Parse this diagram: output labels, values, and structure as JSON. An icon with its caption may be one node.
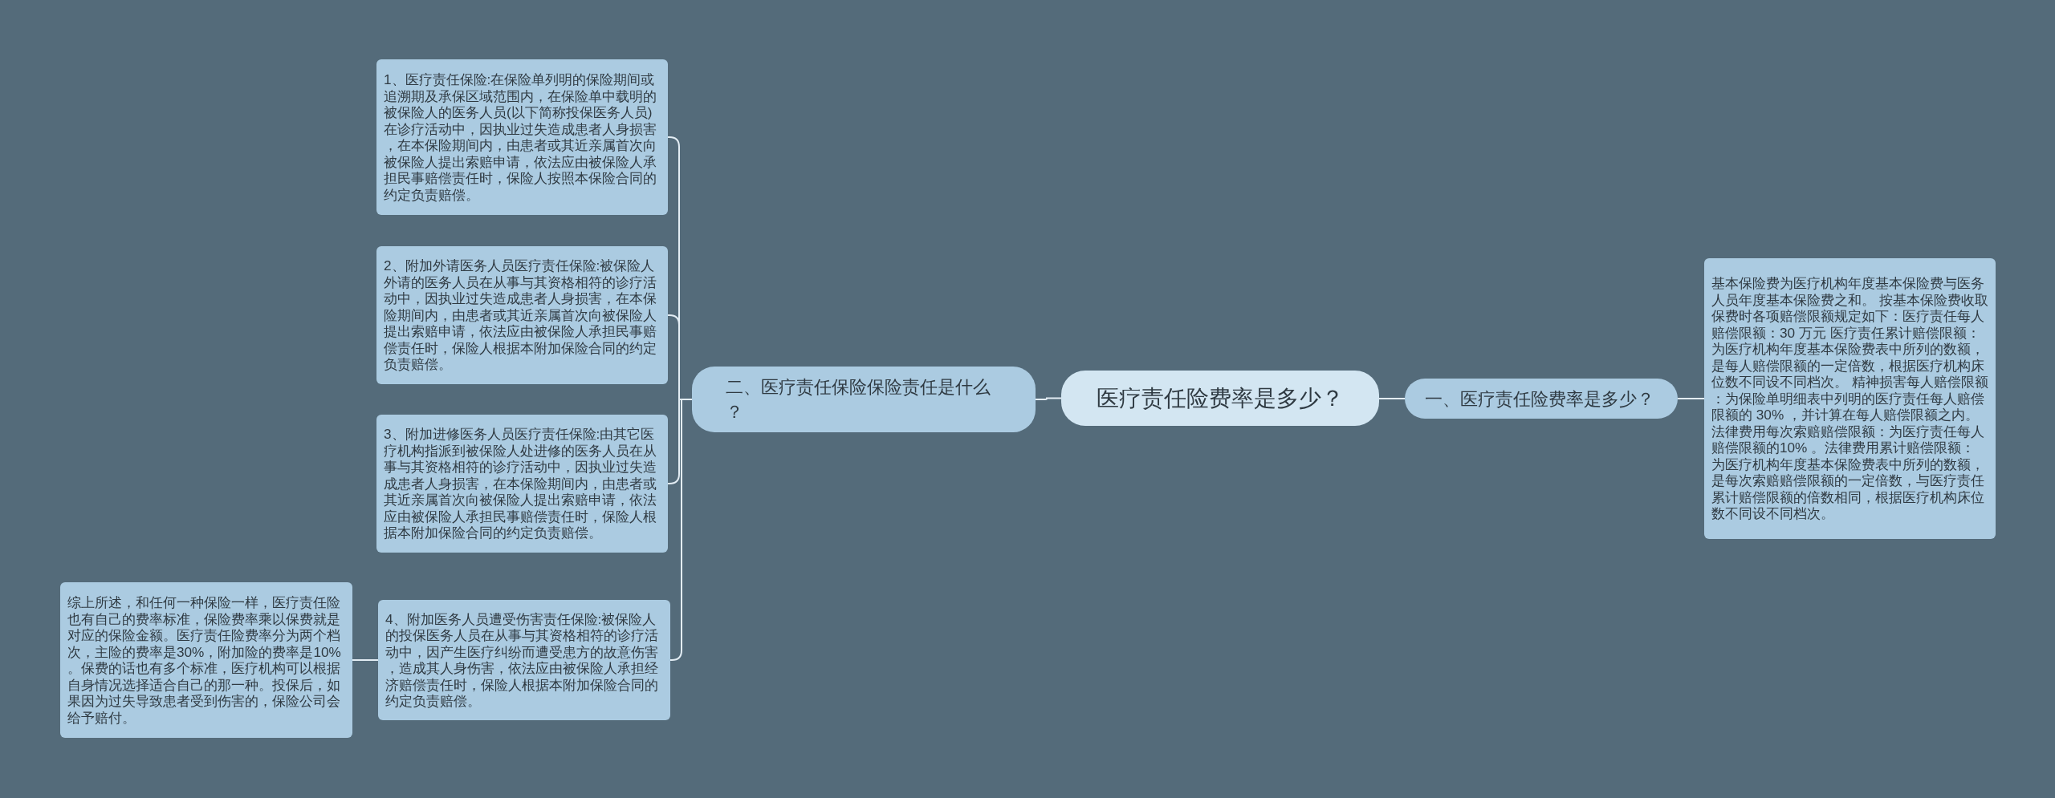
{
  "diagram": {
    "nodes": [
      {
        "text": [
          "医疗责任险费率是多少？"
        ]
      },
      {
        "text": [
          "一、医疗责任险费率是多少？"
        ]
      },
      {
        "text": [
          "基本保险费为医疗机构年度基本保险费与医务人员年度基本保险费之和。 按基本保险费收取保费时各项赔偿限额规定如下：医疗责任每人赔偿限额：30 万元 医疗责任累计赔偿限额：为医疗机构年度基本保险费表中所列的数额，是每人赔偿限额的一定倍数，根据医疗机构床位数不同设不同档次。 精神损害每人赔偿限额：为保险单明细表中列明的医疗责任每人赔偿限额的 30% ，并计算在每人赔偿限额之内。法律费用每次索赔赔偿限额：为医疗责任每人赔偿限额的10% 。法律费用累计赔偿限额：为医疗机构年度基本保险费表中所列的数额，是每次索赔赔偿限额的一定倍数，与医疗责任累计赔偿限额的倍数相同，根据医疗机构床位数不同设不同档次。"
        ]
      },
      {
        "text": [
          "二、医疗责任保险保险责任是什么？"
        ]
      },
      {
        "text": [
          "1、医疗责任保险:在保险单列明的保险期间或追溯期及承保区域范围内，在保险单中载明的被保险人的医务人员(以下简称投保医务人员)在诊疗活动中，因执业过失造成患者人身损害，在本保险期间内，由患者或其近亲属首次向被保险人提出索赔申请，依法应由被保险人承担民事赔偿责任时，保险人按照本保险合同的约定负责赔偿。"
        ]
      },
      {
        "text": [
          "2、附加外请医务人员医疗责任保险:被保险人外请的医务人员在从事与其资格相符的诊疗活动中，因执业过失造成患者人身损害，在本保险期间内，由患者或其近亲属首次向被保险人提出索赔申请，依法应由被保险人承担民事赔偿责任时，保险人根据本附加保险合同的约定负责赔偿。"
        ]
      },
      {
        "text": [
          "3、附加进修医务人员医疗责任保险:由其它医疗机构指派到被保险人处进修的医务人员在从事与其资格相符的诊疗活动中，因执业过失造成患者人身损害，在本保险期间内，由患者或其近亲属首次向被保险人提出索赔申请，依法应由被保险人承担民事赔偿责任时，保险人根据本附加保险合同的约定负责赔偿。"
        ]
      },
      {
        "text": [
          "4、附加医务人员遭受伤害责任保险:被保险人的投保医务人员在从事与其资格相符的诊疗活动中，因产生医疗纠纷而遭受患方的故意伤害，造成其人身伤害，依法应由被保险人承担经济赔偿责任时，保险人根据本附加保险合同的约定负责赔偿。"
        ]
      },
      {
        "text": [
          "综上所述，和任何一种保险一样，医疗责任险也有自己的费率标准，保险费率乘以保费就是对应的保险金额。医疗责任险费率分为两个档次，主险的费率是30%，附加险的费率是10%。保费的话也有多个标准，医疗机构可以根据自身情况选择适合自己的那一种。投保后，如果因为过失导致患者受到伤害的，保险公司会给予赔付。"
        ]
      }
    ],
    "edges": [
      {
        "from": 0,
        "to": 1,
        "arrow": "none"
      },
      {
        "from": 1,
        "to": 2,
        "arrow": "none"
      },
      {
        "from": 0,
        "to": 3,
        "arrow": "none"
      },
      {
        "from": 3,
        "to": 4,
        "arrow": "none"
      },
      {
        "from": 3,
        "to": 5,
        "arrow": "none"
      },
      {
        "from": 3,
        "to": 6,
        "arrow": "none"
      },
      {
        "from": 3,
        "to": 7,
        "arrow": "none"
      },
      {
        "from": 7,
        "to": 8,
        "arrow": "none"
      }
    ]
  }
}
